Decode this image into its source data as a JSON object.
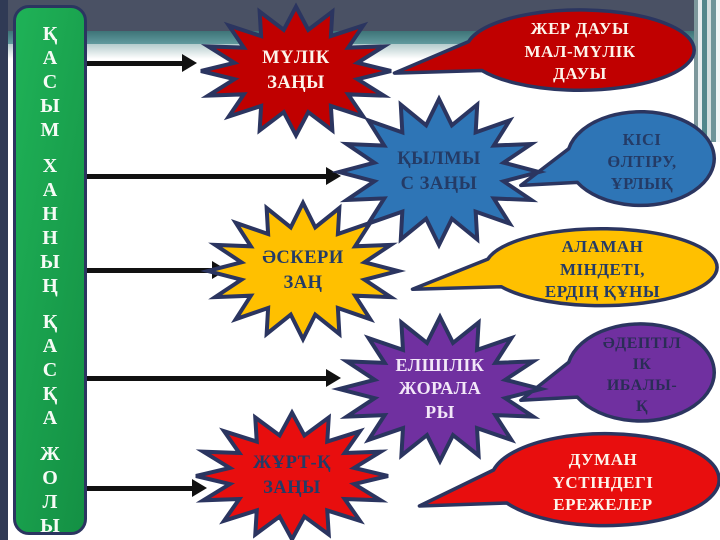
{
  "slide": {
    "title_bar": {
      "full_text": "ҚАСЫМ ХАННЫҢ ҚАСҚА ЖОЛЫ",
      "words": [
        "ҚАСЫМ",
        "ХАННЫҢ",
        "ҚАСҚА",
        "ЖОЛЫ"
      ]
    },
    "stars": [
      {
        "label": "МҮЛІК\nЗАҢЫ",
        "color": "#C00000",
        "text_color": "#FDF4EA"
      },
      {
        "label": "ҚЫЛМЫ\nС ЗАҢЫ",
        "color": "#2E75B6",
        "text_color": "#243B66"
      },
      {
        "label": "ӘСКЕРИ\nЗАҢ",
        "color": "#FFC000",
        "text_color": "#243B66"
      },
      {
        "label": "ЕЛШІЛІК\nЖОРАЛА\nРЫ",
        "color": "#7030A0",
        "text_color": "#F2E7F8"
      },
      {
        "label": "ЖҰРТ-Қ\nЗАҢЫ",
        "color": "#E80E0E",
        "text_color": "#243B66"
      }
    ],
    "bubbles": [
      {
        "label": "ЖЕР ДАУЫ\nМАЛ-МҮЛІК\nДАУЫ",
        "color": "#C00000",
        "text_color": "#FDF4EA"
      },
      {
        "label": "КІСІ\nӨЛТІРУ,\nҰРЛЫҚ",
        "color": "#2E75B6",
        "text_color": "#243B66"
      },
      {
        "label": "АЛАМАН\nМІНДЕТІ,\nЕРДІҢ ҚҰНЫ",
        "color": "#FFC000",
        "text_color": "#243B66"
      },
      {
        "label": "ӘДЕПТІЛ\nІК\nИБАЛЫ-\nҚ",
        "color": "#7030A0",
        "text_color": "#2A2D56"
      },
      {
        "label": "ДУМАН\nҮСТІНДЕГІ\nЕРЕЖЕЛЕР",
        "color": "#E80E0E",
        "text_color": "#FDF4EA"
      }
    ],
    "colors": {
      "outline_navy": "#2B3560",
      "header_band": "#4A5164",
      "teal_accent": "#4E8A8F",
      "bar_green": "#17A34D",
      "arrow_black": "#111111",
      "background": "#FFFFFF"
    }
  }
}
